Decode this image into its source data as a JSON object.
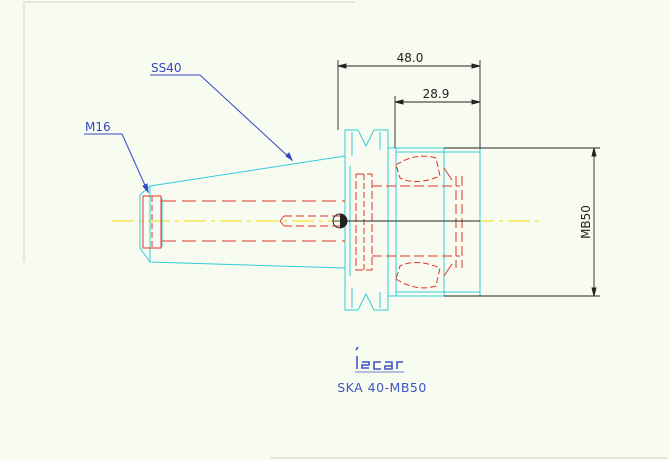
{
  "labels": {
    "taper": "SS40",
    "thread": "M16",
    "overall_length": "48.0",
    "body_length": "28.9",
    "diameter": "MB50",
    "part_number": "SKA 40-MB50"
  },
  "logo": {
    "text": "iscar",
    "color": "#3f55c4"
  },
  "colors": {
    "background": "#f8fcf0",
    "outline": "#33ccdd",
    "hidden": "#e0332a",
    "centerline": "#f0e000",
    "leader": "#3346c8",
    "dimension": "#222222"
  }
}
